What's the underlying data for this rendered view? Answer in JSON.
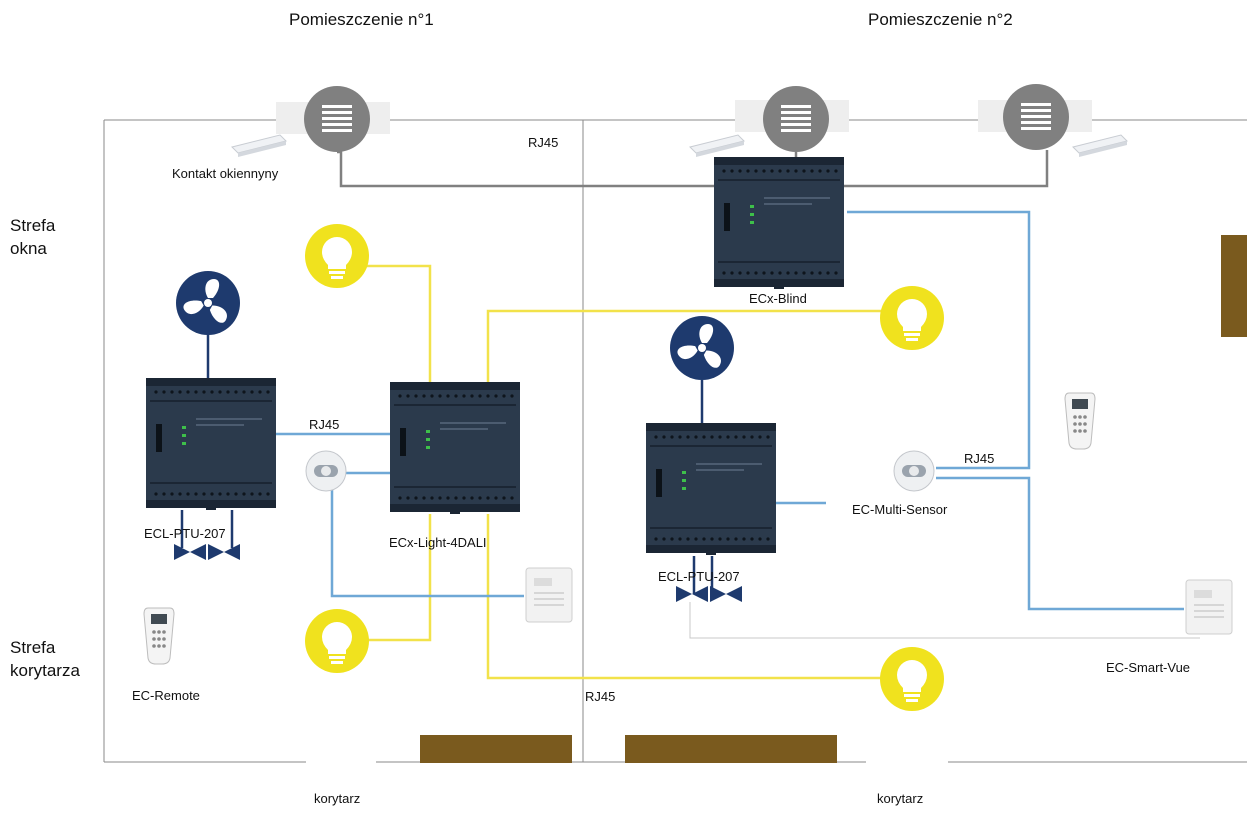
{
  "rooms": {
    "room1_title": "Pomieszczenie n°1",
    "room2_title": "Pomieszczenie n°2"
  },
  "zones": {
    "window_line1": "Strefa",
    "window_line2": "okna",
    "corridor_line1": "Strefa",
    "corridor_line2": "korytarza"
  },
  "labels": {
    "window_contact": "Kontakt  okiennyny",
    "rj45_top": "RJ45",
    "rj45_room1": "RJ45",
    "rj45_room2": "RJ45",
    "rj45_bottom": "RJ45",
    "ptu_room1": "ECL-PTU-207",
    "ptu_room2": "ECL-PTU-207",
    "light_controller": "ECx-Light-4DALI",
    "blind_controller": "ECx-Blind",
    "multi_sensor": "EC-Multi-Sensor",
    "remote": "EC-Remote",
    "smart_vue": "EC-Smart-Vue",
    "corridor_left": "korytarz",
    "corridor_right": "korytarz"
  },
  "colors": {
    "rj45_link": "#6fa8d6",
    "light_link": "#f2e24a",
    "blind_link": "#808080",
    "controller_body": "#2b3a4c",
    "fan_icon": "#1e3a6e",
    "light_icon": "#f0e21e",
    "blind_icon": "#808080",
    "door": "#7a5a1e"
  },
  "icons": [
    "fan-icon",
    "light-bulb-icon",
    "blind-icon",
    "window-contact-icon",
    "valve-icon",
    "multi-sensor-icon",
    "remote-icon",
    "smart-vue-icon"
  ]
}
